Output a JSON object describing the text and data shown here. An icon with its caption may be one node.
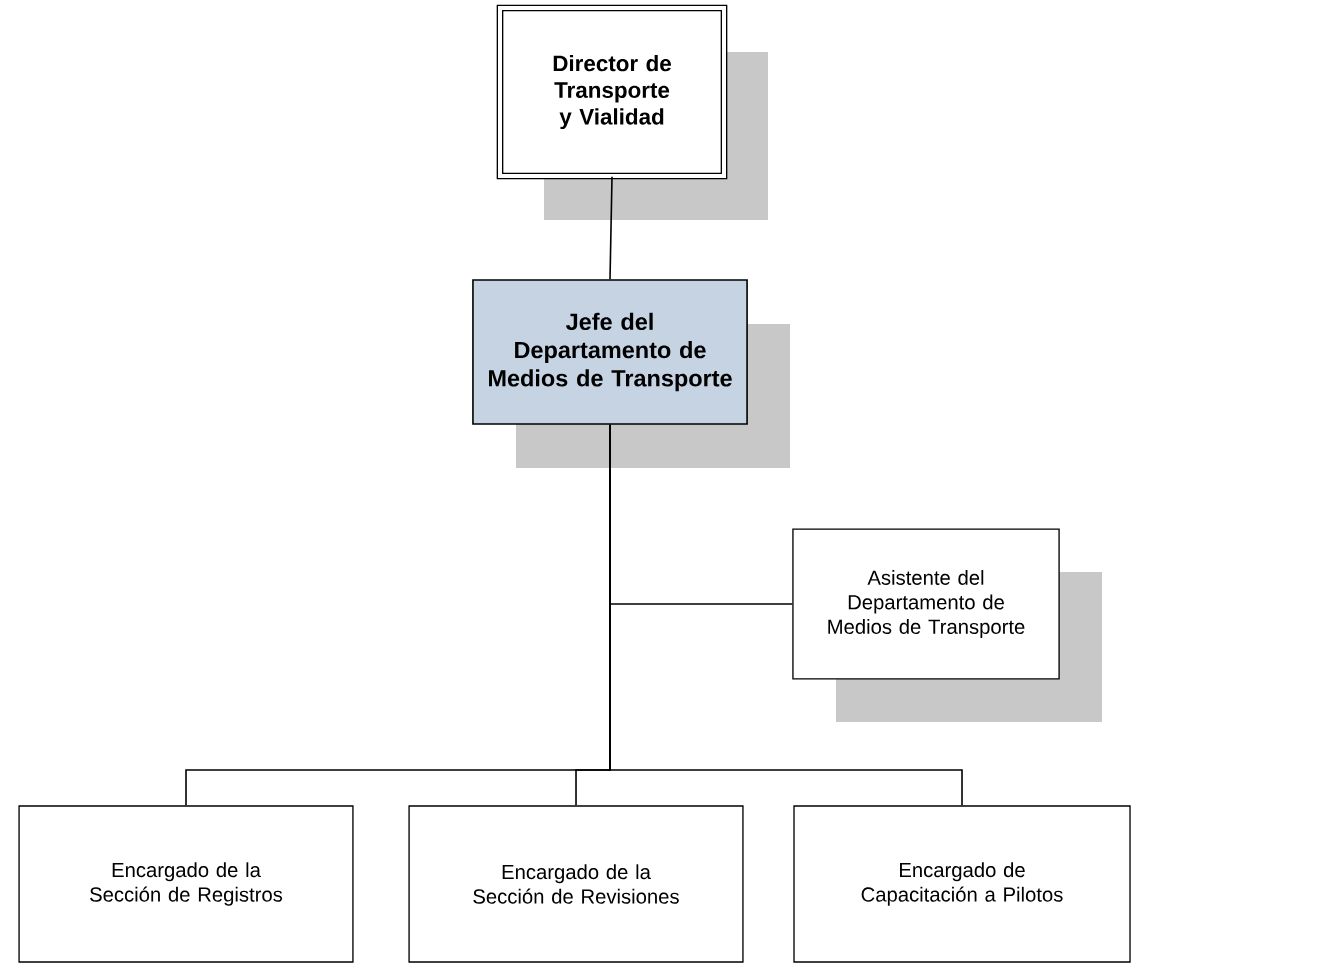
{
  "diagram": {
    "nodes": [
      {
        "text": [
          "Director de Transporte y Vialidad"
        ]
      },
      {
        "text": [
          "Jefe del Departamento de Medios de Transporte"
        ]
      },
      {
        "text": [
          "Asistente del Departamento de Medios de Transporte"
        ]
      },
      {
        "text": [
          "Encargado de la Sección de Registros"
        ]
      },
      {
        "text": [
          "Encargado de la Sección de Revisiones"
        ]
      },
      {
        "text": [
          "Encargado de Capacitación a Pilotos"
        ]
      }
    ],
    "edges": [
      {
        "from": 0,
        "to": 1,
        "arrow": "none"
      },
      {
        "from": 1,
        "to": 2,
        "arrow": "none"
      },
      {
        "from": 1,
        "to": 3,
        "arrow": "none"
      },
      {
        "from": 1,
        "to": 4,
        "arrow": "none"
      },
      {
        "from": 1,
        "to": 5,
        "arrow": "none"
      }
    ]
  }
}
